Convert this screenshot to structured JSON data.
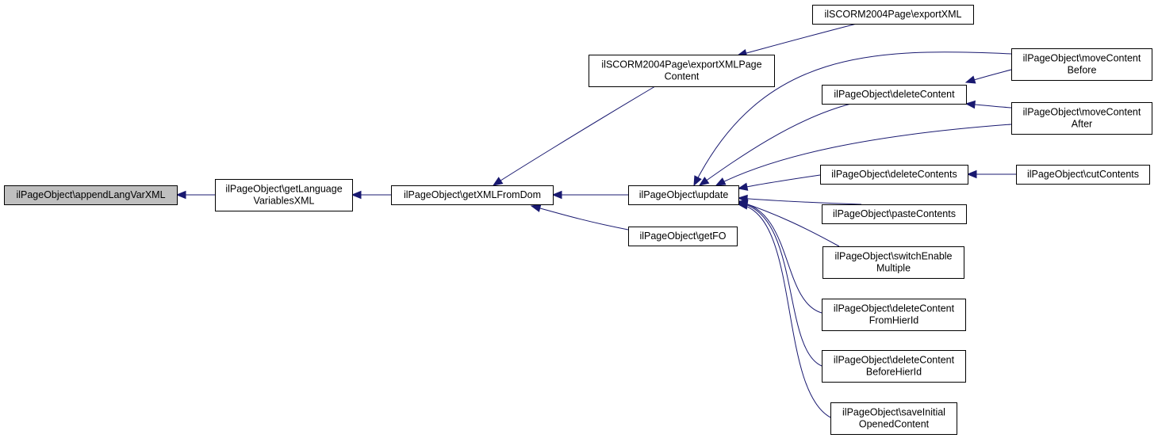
{
  "diagram": {
    "nodes": [
      {
        "id": "appendLangVarXML",
        "lines": [
          "ilPageObject\\appendLangVarXML"
        ],
        "selected": true
      },
      {
        "id": "getLanguageVariablesXML",
        "lines": [
          "ilPageObject\\getLanguage",
          "VariablesXML"
        ]
      },
      {
        "id": "getXMLFromDom",
        "lines": [
          "ilPageObject\\getXMLFromDom"
        ]
      },
      {
        "id": "exportXMLPageContent",
        "lines": [
          "ilSCORM2004Page\\exportXMLPage",
          "Content"
        ]
      },
      {
        "id": "exportXML",
        "lines": [
          "ilSCORM2004Page\\exportXML"
        ]
      },
      {
        "id": "update",
        "lines": [
          "ilPageObject\\update"
        ]
      },
      {
        "id": "getFO",
        "lines": [
          "ilPageObject\\getFO"
        ]
      },
      {
        "id": "deleteContent",
        "lines": [
          "ilPageObject\\deleteContent"
        ]
      },
      {
        "id": "moveContentBefore",
        "lines": [
          "ilPageObject\\moveContent",
          "Before"
        ]
      },
      {
        "id": "moveContentAfter",
        "lines": [
          "ilPageObject\\moveContent",
          "After"
        ]
      },
      {
        "id": "deleteContents",
        "lines": [
          "ilPageObject\\deleteContents"
        ]
      },
      {
        "id": "cutContents",
        "lines": [
          "ilPageObject\\cutContents"
        ]
      },
      {
        "id": "pasteContents",
        "lines": [
          "ilPageObject\\pasteContents"
        ]
      },
      {
        "id": "switchEnableMultiple",
        "lines": [
          "ilPageObject\\switchEnable",
          "Multiple"
        ]
      },
      {
        "id": "deleteContentFromHierId",
        "lines": [
          "ilPageObject\\deleteContent",
          "FromHierId"
        ]
      },
      {
        "id": "deleteContentBeforeHierId",
        "lines": [
          "ilPageObject\\deleteContent",
          "BeforeHierId"
        ]
      },
      {
        "id": "saveInitialOpenedContent",
        "lines": [
          "ilPageObject\\saveInitial",
          "OpenedContent"
        ]
      }
    ],
    "edges": [
      {
        "from": "getLanguageVariablesXML",
        "to": "appendLangVarXML"
      },
      {
        "from": "getXMLFromDom",
        "to": "getLanguageVariablesXML"
      },
      {
        "from": "exportXMLPageContent",
        "to": "getXMLFromDom"
      },
      {
        "from": "update",
        "to": "getXMLFromDom"
      },
      {
        "from": "getFO",
        "to": "getXMLFromDom"
      },
      {
        "from": "exportXML",
        "to": "exportXMLPageContent"
      },
      {
        "from": "moveContentBefore",
        "to": "update"
      },
      {
        "from": "deleteContent",
        "to": "update"
      },
      {
        "from": "moveContentAfter",
        "to": "update"
      },
      {
        "from": "deleteContents",
        "to": "update"
      },
      {
        "from": "pasteContents",
        "to": "update"
      },
      {
        "from": "switchEnableMultiple",
        "to": "update"
      },
      {
        "from": "deleteContentFromHierId",
        "to": "update"
      },
      {
        "from": "deleteContentBeforeHierId",
        "to": "update"
      },
      {
        "from": "saveInitialOpenedContent",
        "to": "update"
      },
      {
        "from": "moveContentBefore",
        "to": "deleteContent"
      },
      {
        "from": "moveContentAfter",
        "to": "deleteContent"
      },
      {
        "from": "cutContents",
        "to": "deleteContents"
      }
    ]
  }
}
